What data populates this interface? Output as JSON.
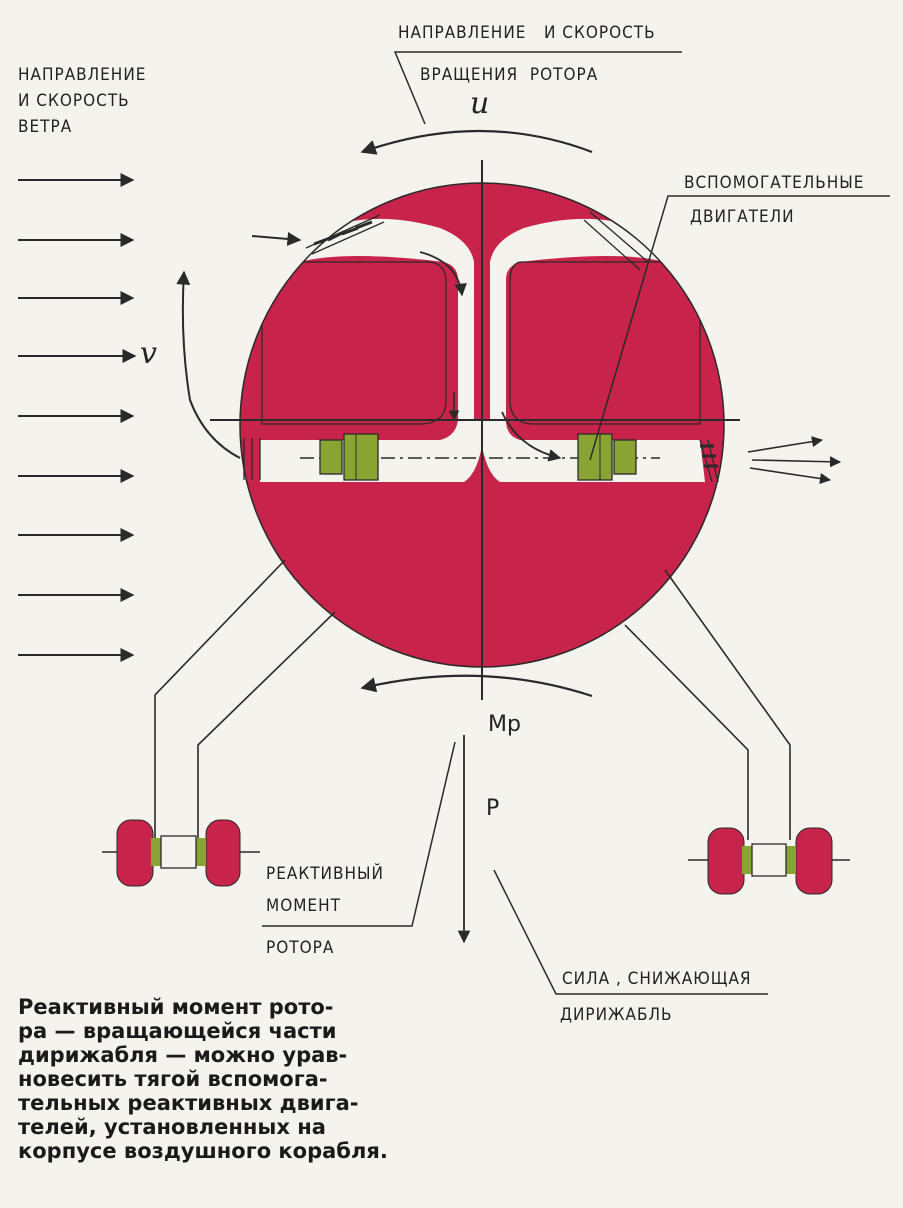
{
  "colors": {
    "hull": "#c8234a",
    "engine": "#8aa434",
    "line": "#2a2a2a",
    "background": "#f4f3ee"
  },
  "labels": {
    "wind_line1": "НАПРАВЛЕНИЕ",
    "wind_line2": "И СКОРОСТЬ",
    "wind_line3": "ВЕТРА",
    "rotation_line1": "НАПРАВЛЕНИЕ   И СКОРОСТЬ",
    "rotation_line2": "ВРАЩЕНИЯ  РОТОРА",
    "aux_line1": "ВСПОМОГАТЕЛЬНЫЕ",
    "aux_line2": "ДВИГАТЕЛИ",
    "reactive_line1": "РЕАКТИВНЫЙ",
    "reactive_line2": "МОМЕНТ",
    "reactive_line3": "РОТОРА",
    "force_line1": "СИЛА , СНИЖАЮЩАЯ",
    "force_line2": "ДИРИЖАБЛЬ"
  },
  "symbols": {
    "u": "u",
    "v": "v",
    "mp": "Mр",
    "p": "P"
  },
  "caption": "Реактивный момент рото-\nра — вращающейся части\nдирижабля — можно урав-\nновесить тягой вспомога-\nтельных реактивных двига-\nтелей, установленных на\nкорпусе воздушного корабля."
}
